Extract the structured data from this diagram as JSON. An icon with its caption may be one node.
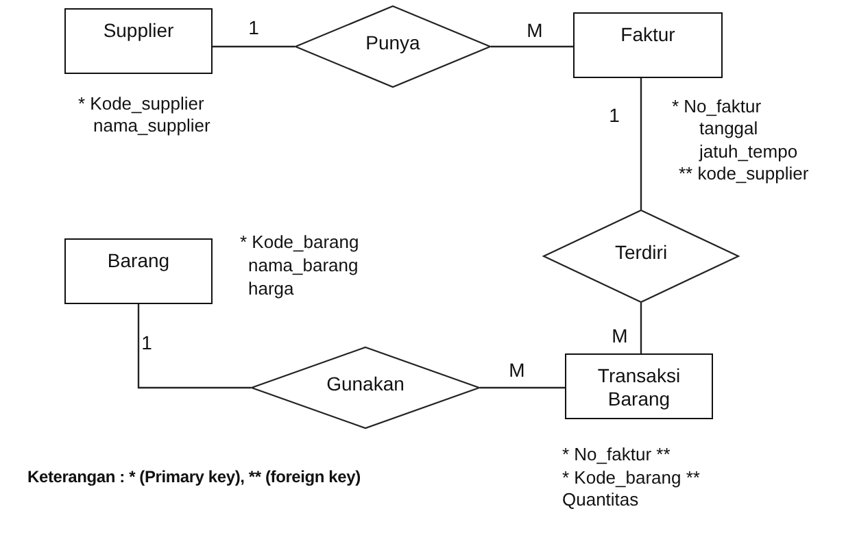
{
  "diagram": {
    "nodes": [
      {
        "text": [
          "Supplier"
        ],
        "beside": [
          "* Kode_supplier",
          "nama_supplier"
        ]
      },
      {
        "text": [
          "Punya"
        ]
      },
      {
        "text": [
          "Faktur"
        ],
        "beside": [
          "* No_faktur",
          "tanggal",
          "jatuh_tempo",
          "** kode_supplier"
        ]
      },
      {
        "text": [
          "Terdiri"
        ]
      },
      {
        "text": [
          "Barang"
        ],
        "beside": [
          "* Kode_barang",
          "nama_barang",
          "harga"
        ]
      },
      {
        "text": [
          "Gunakan"
        ]
      },
      {
        "text": [
          "Transaksi Barang"
        ],
        "beside": [
          "* No_faktur **",
          "* Kode_barang **",
          "Quantitas"
        ]
      }
    ],
    "edges": [
      {
        "from": 0,
        "to": 1,
        "arrow": "none",
        "label": "1"
      },
      {
        "from": 1,
        "to": 2,
        "arrow": "none",
        "label": "M"
      },
      {
        "from": 2,
        "to": 3,
        "arrow": "none",
        "label": "1"
      },
      {
        "from": 3,
        "to": 6,
        "arrow": "none",
        "label": "M"
      },
      {
        "from": 4,
        "to": 5,
        "arrow": "none",
        "label": "1"
      },
      {
        "from": 5,
        "to": 6,
        "arrow": "none",
        "label": "M"
      }
    ],
    "labels": [
      "Keterangan : * (Primary key), ** (foreign key)"
    ]
  }
}
